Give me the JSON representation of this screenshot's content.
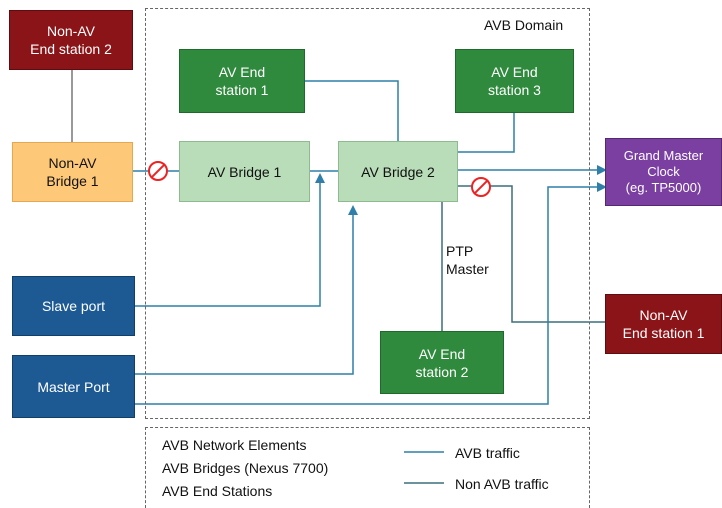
{
  "domain_label": "AVB Domain",
  "nodes": {
    "non_av_es2": "Non-AV\nEnd station 2",
    "non_av_bridge1": "Non-AV\nBridge 1",
    "slave_port": "Slave port",
    "master_port": "Master Port",
    "av_es1": "AV End\nstation 1",
    "av_es3": "AV End\nstation 3",
    "av_bridge1": "AV Bridge 1",
    "av_bridge2": "AV Bridge 2",
    "av_es2": "AV End\nstation 2",
    "grand_master": "Grand Master\nClock\n(eg. TP5000)",
    "non_av_es1": "Non-AV\nEnd station 1"
  },
  "ptp_master_label": "PTP\nMaster",
  "legend": {
    "items": [
      "AVB Network Elements",
      "AVB Bridges (Nexus 7700)",
      "AVB End Stations"
    ],
    "avb_traffic": "AVB traffic",
    "non_avb_traffic": "Non AVB traffic"
  },
  "colors": {
    "avb_traffic_line": "#2f7fa8",
    "non_avb_line": "#3a6f7d",
    "grey_line": "#777777",
    "blocked": "#ee2222"
  }
}
